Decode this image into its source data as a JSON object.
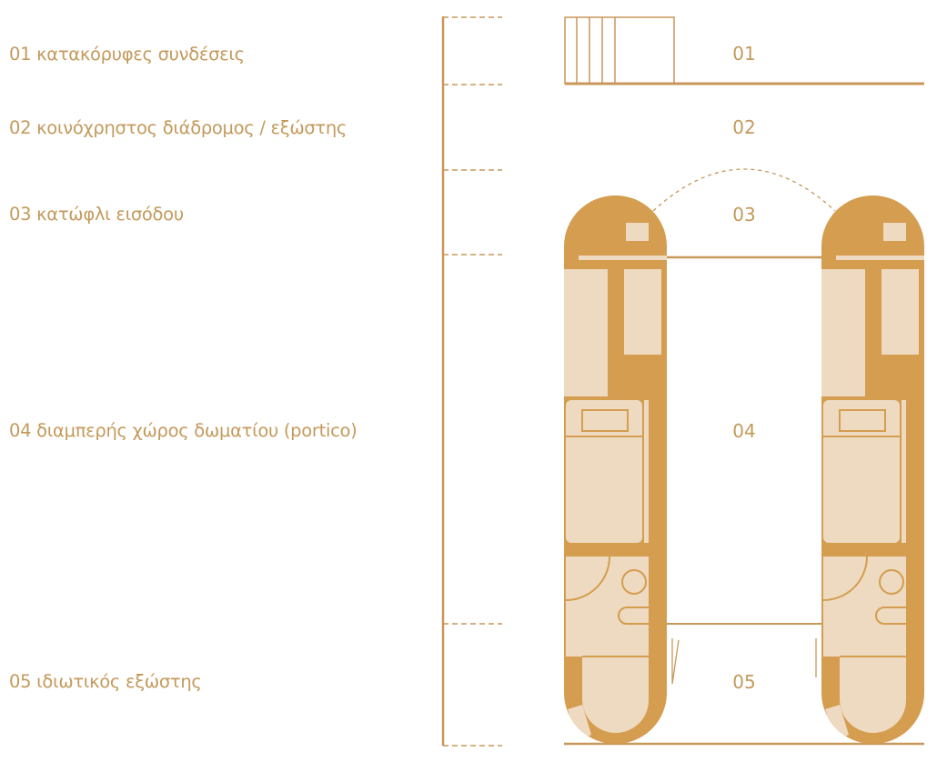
{
  "legend": [
    {
      "num": "01",
      "label": "01 κατακόρυφες συνδέσεις"
    },
    {
      "num": "02",
      "label": "02 κοινόχρηστος διάδρομος / εξώστης"
    },
    {
      "num": "03",
      "label": "03 κατώφλι εισόδου"
    },
    {
      "num": "04",
      "label": "04 διαμπερής χώρος δωματίου (portico)"
    },
    {
      "num": "05",
      "label": "05 ιδιωτικός εξώστης"
    }
  ],
  "colors": {
    "text": "#c49a5c",
    "dark": "#d49d4f",
    "light": "#eedac0",
    "line": "#c8975a"
  }
}
